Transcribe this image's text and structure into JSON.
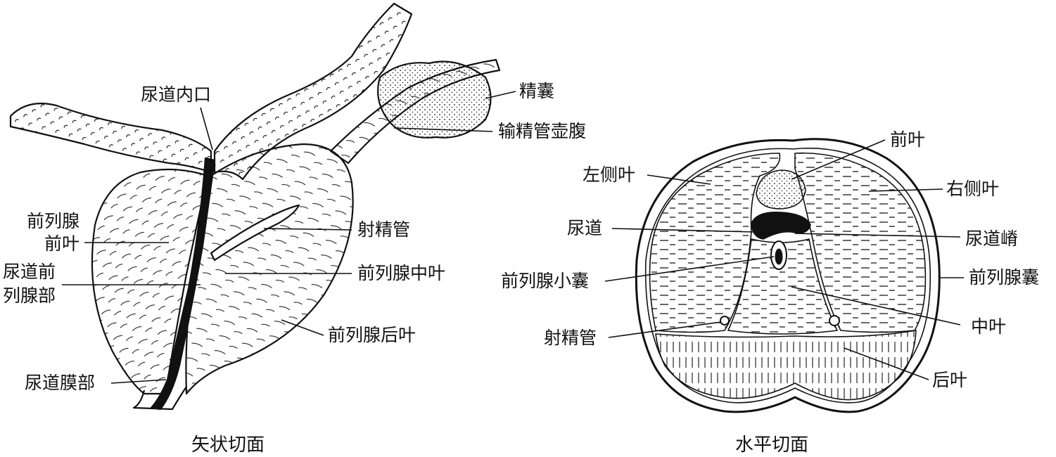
{
  "sagittal": {
    "caption": "矢状切面",
    "labels": {
      "internal_urethral_orifice": "尿道内口",
      "seminal_vesicle": "精囊",
      "ampulla_of_vas_deferens": "输精管壶腹",
      "anterior_lobe_line1": "前列腺",
      "anterior_lobe_line2": "前叶",
      "ejaculatory_duct": "射精管",
      "prostatic_urethra_line1": "尿道前",
      "prostatic_urethra_line2": "列腺部",
      "middle_lobe": "前列腺中叶",
      "posterior_lobe": "前列腺后叶",
      "membranous_urethra": "尿道膜部"
    }
  },
  "horizontal": {
    "caption": "水平切面",
    "labels": {
      "anterior_lobe": "前叶",
      "left_lateral_lobe": "左侧叶",
      "right_lateral_lobe": "右侧叶",
      "urethra": "尿道",
      "urethral_crest": "尿道嵴",
      "prostatic_utricle": "前列腺小囊",
      "prostate_capsule": "前列腺囊",
      "middle_lobe": "中叶",
      "ejaculatory_duct": "射精管",
      "posterior_lobe": "后叶"
    }
  },
  "colors": {
    "ink": "#111111",
    "background": "#ffffff"
  }
}
